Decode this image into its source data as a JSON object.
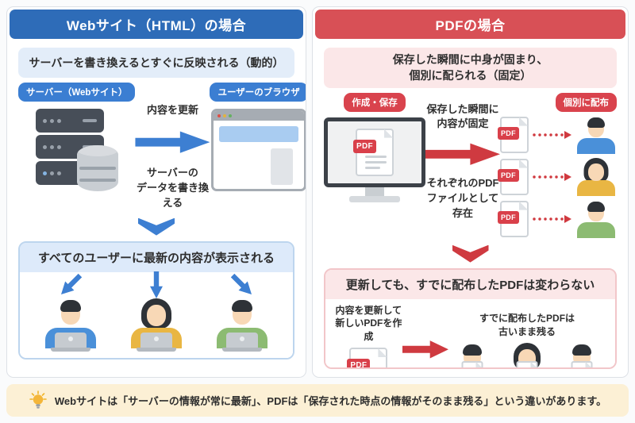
{
  "pdf_label": "PDF",
  "left": {
    "title": "Webサイト（HTML）の場合",
    "subtitle": "サーバーを書き換えるとすぐに反映される（動的）",
    "server_badge": "サーバー（Webサイト）",
    "browser_badge": "ユーザーのブラウザ",
    "update_label": "内容を更新",
    "rewrite_label": "サーバーの\nデータを書き換える",
    "result_title": "すべてのユーザーに最新の内容が表示される"
  },
  "right": {
    "title": "PDFの場合",
    "subtitle": "保存した瞬間に中身が固まり、\n個別に配られる（固定）",
    "create_badge": "作成・保存",
    "distribute_badge": "個別に配布",
    "fixed_label": "保存した瞬間に\n内容が固定",
    "exist_label": "それぞれのPDF\nファイルとして存在",
    "result_title": "更新しても、すでに配布したPDFは変わらない",
    "result_left_label": "内容を更新して\n新しいPDFを作成",
    "result_right_label": "すでに配布したPDFは\n古いまま残る"
  },
  "footer": {
    "note": "Webサイトは「サーバーの情報が常に最新」、PDFは「保存された時点の情報がそのまま残る」という違いがあります。"
  },
  "colors": {
    "blue_header": "#2e6cb8",
    "blue_badge": "#3b7ed2",
    "blue_arrow": "#3d7fd2",
    "light_blue_box": "#e3edf9",
    "red_header": "#d85056",
    "red_badge": "#d9434d",
    "red_arrow": "#cf3a40",
    "light_pink_box": "#fbe7e8",
    "pdf_chip": "#d9404a",
    "footer_bg": "#fcf0d5"
  },
  "icons": {
    "server": "server-stack-icon",
    "database": "database-cylinder-icon",
    "browser": "browser-window-icon",
    "monitor": "desktop-monitor-icon",
    "pdf": "pdf-file-icon",
    "bulb": "lightbulb-icon"
  }
}
